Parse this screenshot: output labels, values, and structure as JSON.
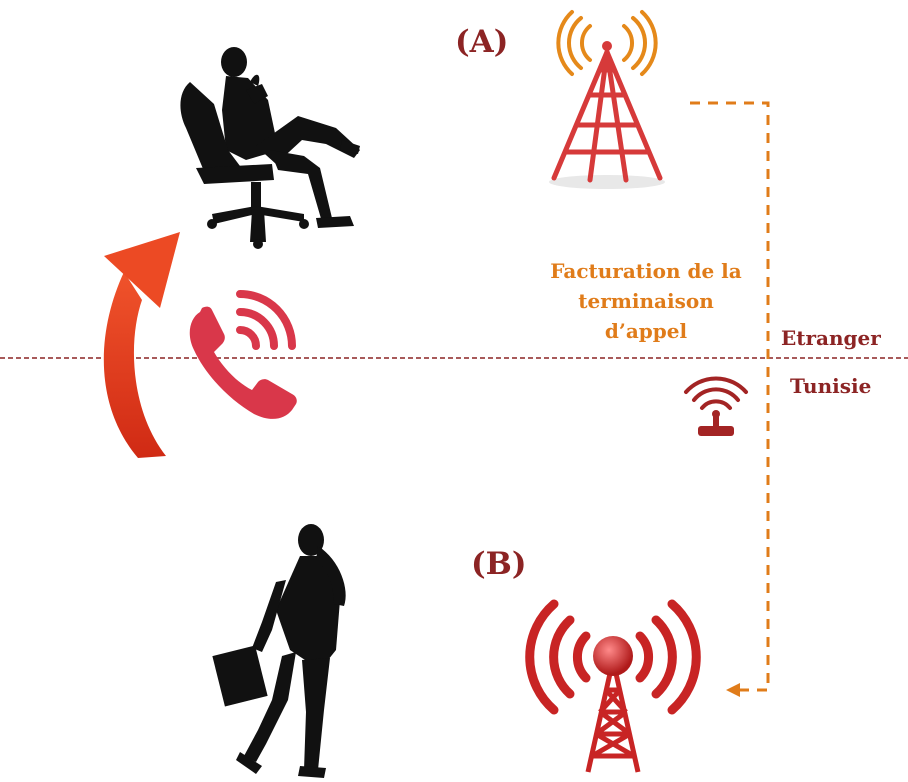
{
  "labels": {
    "operator_a": "(A)",
    "operator_b": "(B)",
    "billing_note": [
      "Facturation de la",
      "terminaison",
      "d’appel"
    ],
    "region_abroad": "Etranger",
    "region_home": "Tunisie"
  },
  "colors": {
    "dark_red": "#8c2424",
    "red": "#d93a3a",
    "orange": "#e07c1a",
    "arrow_red": "#e0351f",
    "silhouette": "#111111"
  },
  "icons": [
    "seated-businessman-icon",
    "walking-businessman-icon",
    "radio-tower-a-icon",
    "radio-tower-b-icon",
    "phone-call-icon",
    "curved-arrow-icon",
    "wifi-router-icon"
  ]
}
